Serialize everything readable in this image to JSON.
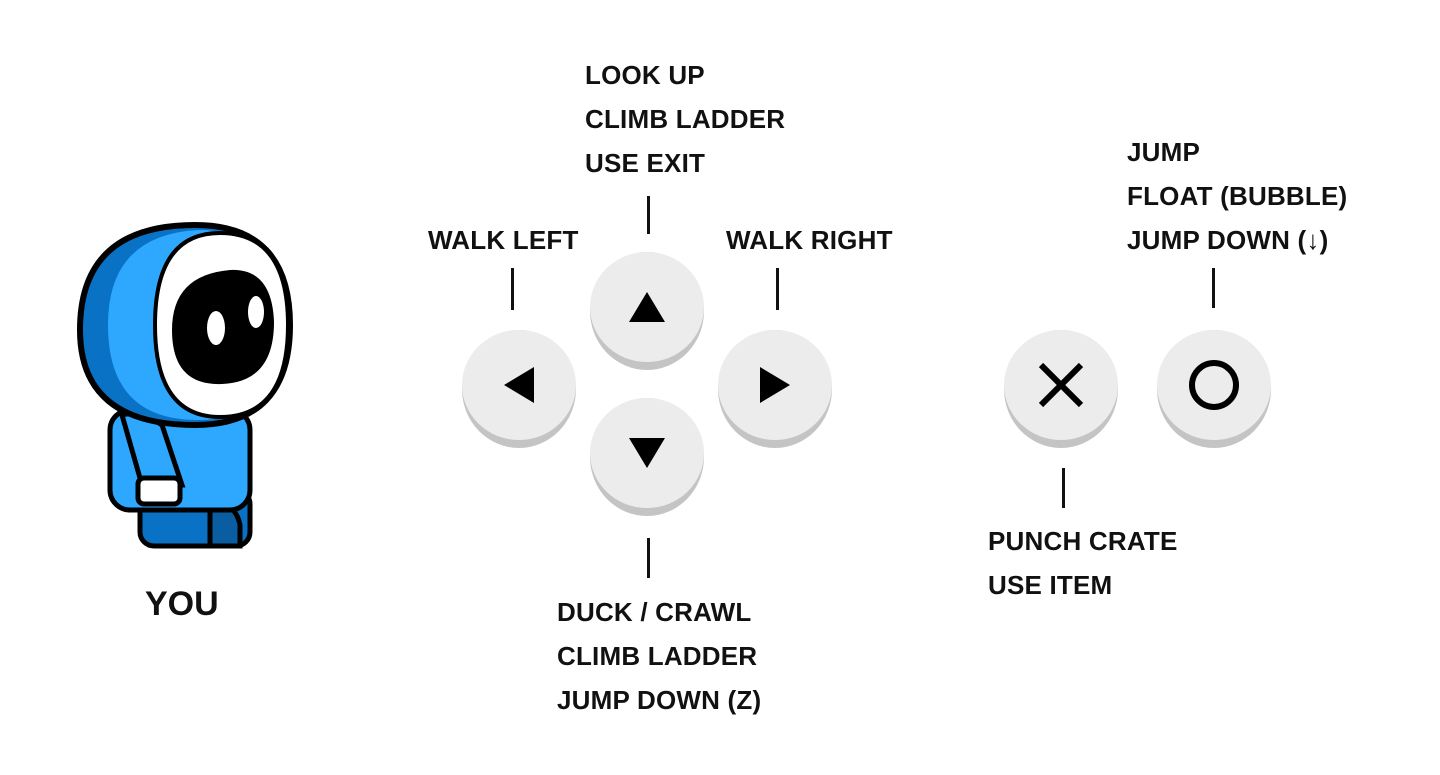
{
  "player": {
    "label": "YOU",
    "colors": {
      "body": "#2ea8ff",
      "shade": "#0a72c4",
      "outline": "#000000"
    }
  },
  "dpad": {
    "up": {
      "icon": "triangle-up-icon",
      "lines": [
        "LOOK UP",
        "CLIMB LADDER",
        "USE EXIT"
      ]
    },
    "left": {
      "icon": "triangle-left-icon",
      "lines": [
        "WALK LEFT"
      ]
    },
    "right": {
      "icon": "triangle-right-icon",
      "lines": [
        "WALK RIGHT"
      ]
    },
    "down": {
      "icon": "triangle-down-icon",
      "lines": [
        "DUCK / CRAWL",
        "CLIMB LADDER",
        "JUMP DOWN (Z)"
      ]
    }
  },
  "actions": {
    "cross": {
      "icon": "cross-icon",
      "lines": [
        "PUNCH CRATE",
        "USE ITEM"
      ]
    },
    "circle": {
      "icon": "circle-icon",
      "lines": [
        "JUMP",
        "FLOAT (BUBBLE)",
        "JUMP DOWN (↓)"
      ]
    }
  },
  "style": {
    "button_face": "#ececec",
    "button_shadow": "#c4c4c4",
    "text": "#111111"
  }
}
